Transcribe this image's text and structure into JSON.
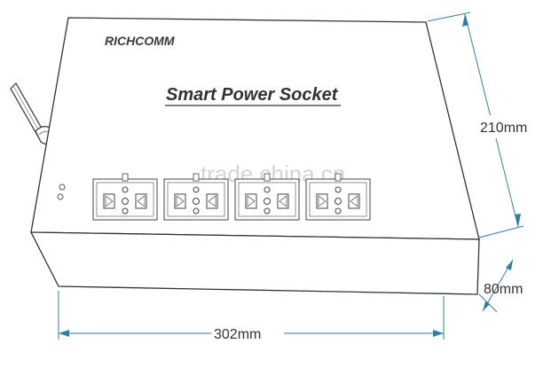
{
  "product": {
    "brand": "RICHCOMM",
    "title": "Smart Power Socket"
  },
  "dimensions": {
    "height": "210mm",
    "depth": "80mm",
    "width": "302mm"
  },
  "watermark": "trade.china.cn",
  "colors": {
    "outline": "#333333",
    "dimension_line": "#2e7fa3",
    "text": "#333333",
    "watermark": "#d6d6d6"
  },
  "sockets": [
    {
      "id": 1
    },
    {
      "id": 2
    },
    {
      "id": 3
    },
    {
      "id": 4
    }
  ]
}
